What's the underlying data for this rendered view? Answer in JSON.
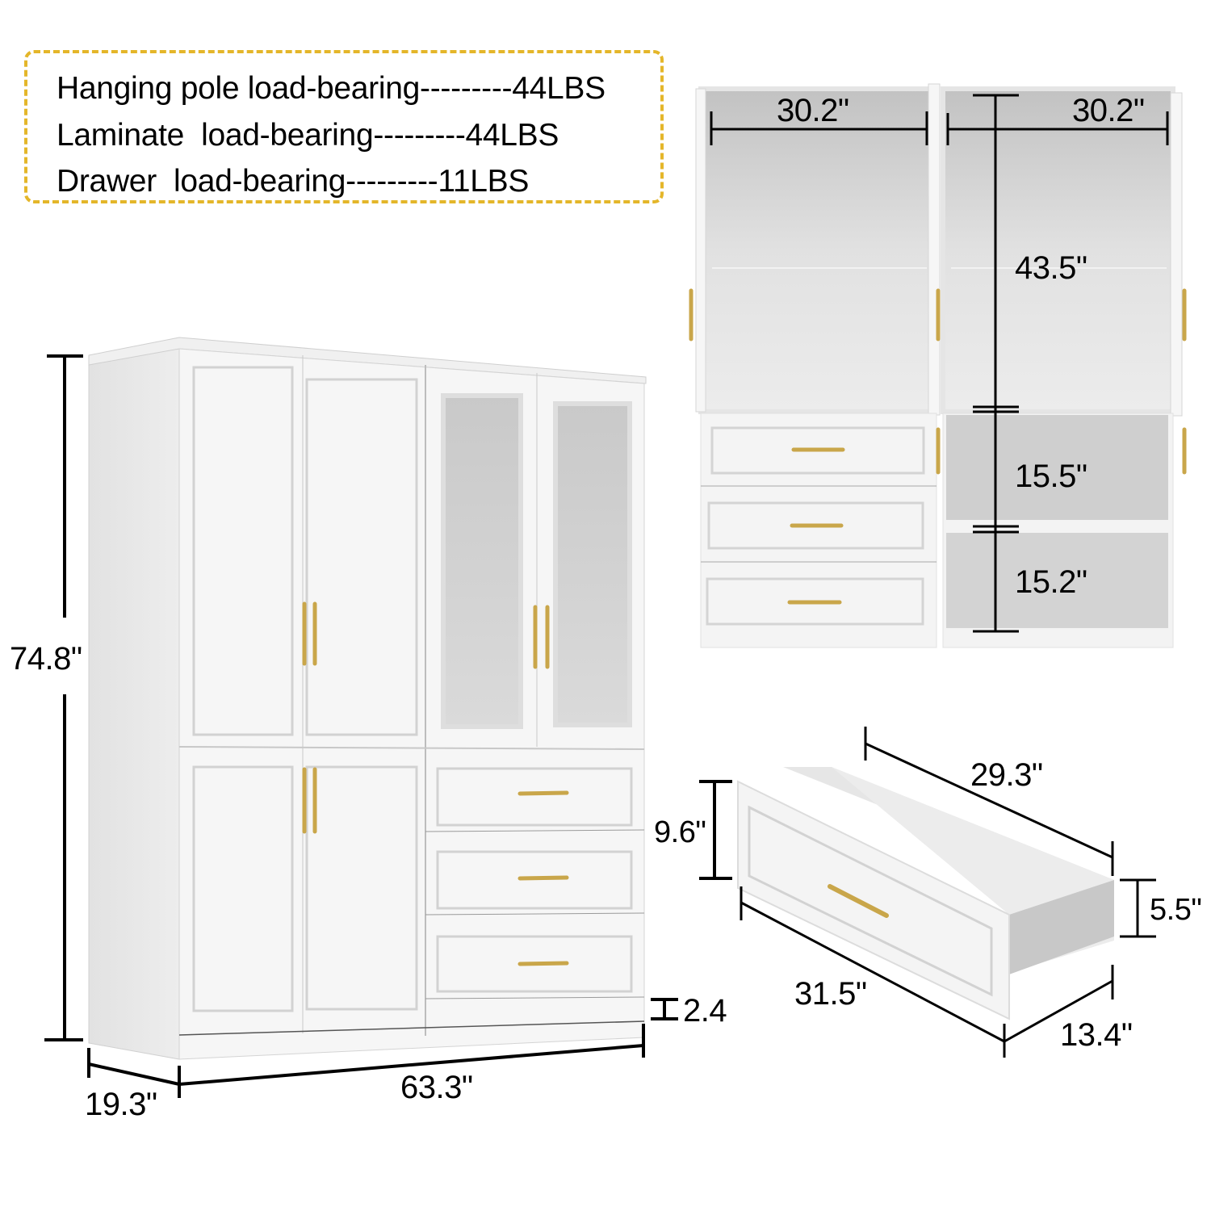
{
  "load_bearing": {
    "border_color": "#e4b62a",
    "items": [
      {
        "label": "Hanging pole load-bearing",
        "dashes": "---------",
        "value": "44LBS",
        "text": "Hanging pole load-bearing---------44LBS"
      },
      {
        "label": "Laminate  load-bearing",
        "dashes": "---------",
        "value": "44LBS",
        "text": "Laminate  load-bearing---------44LBS"
      },
      {
        "label": "Drawer  load-bearing",
        "dashes": "---------",
        "value": "11LBS",
        "text": "Drawer  load-bearing---------11LBS"
      }
    ]
  },
  "wardrobe_front_view": {
    "height": "74.8\"",
    "width": "63.3\"",
    "depth": "19.3\"",
    "base_height": "2.4",
    "drawer_height": "9.6\""
  },
  "interior_view": {
    "left_hanging_width": "30.2\"",
    "right_hanging_width": "30.2\"",
    "hanging_height": "43.5\"",
    "upper_shelf_height": "15.5\"",
    "lower_shelf_height": "15.2\""
  },
  "drawer_detail": {
    "inner_length": "29.3\"",
    "front_width": "31.5\"",
    "depth": "13.4\"",
    "side_height": "5.5\""
  },
  "colors": {
    "cabinet_white": "#f4f4f4",
    "cabinet_shadow": "#d8d8d8",
    "interior_gray": "#cfcfcf",
    "handle_gold": "#c9a64a",
    "dimension_line": "#000000"
  }
}
